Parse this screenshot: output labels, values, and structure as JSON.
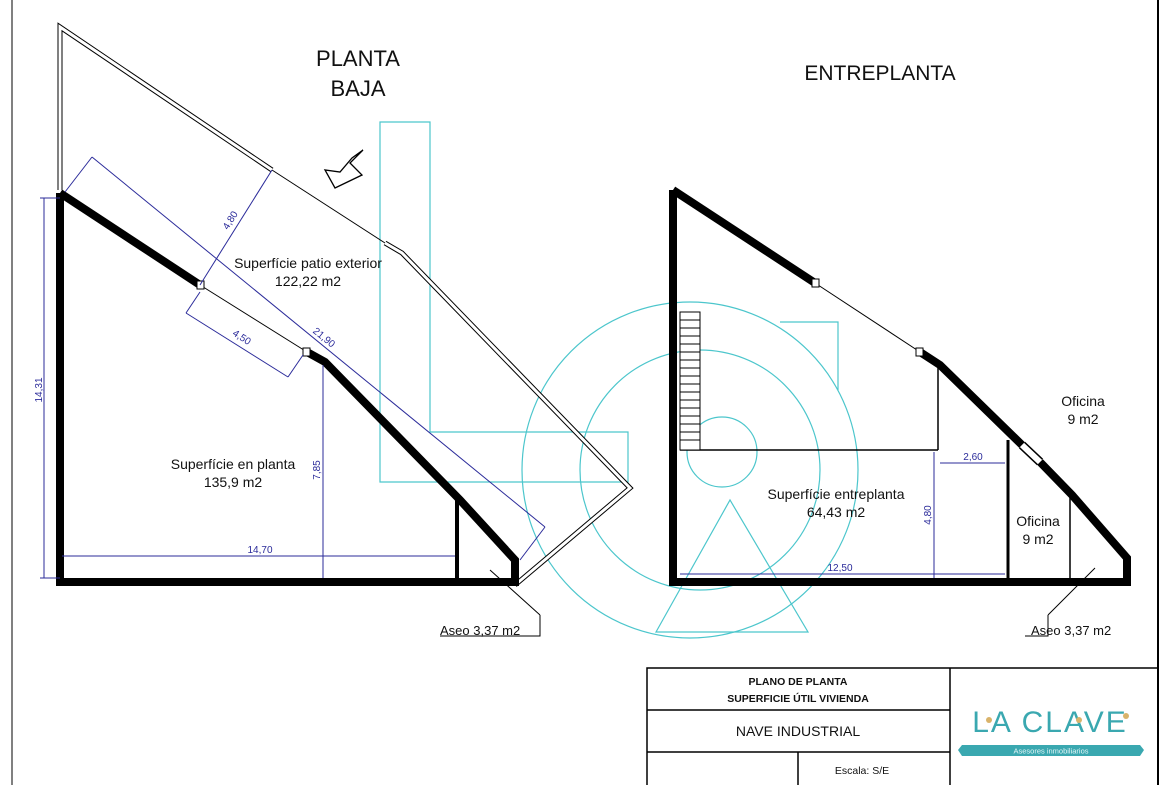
{
  "planta_baja": {
    "title_line1": "PLANTA",
    "title_line2": "BAJA",
    "patio_label": "Superfície patio exterior",
    "patio_area": "122,22 m2",
    "planta_label": "Superfície en planta",
    "planta_area": "135,9 m2",
    "aseo": "Aseo 3,37 m2",
    "dimensions": {
      "height": "14,31",
      "width": "14,70",
      "inner_height": "7,85",
      "diagonal": "21,90",
      "patio_depth": "4,80",
      "opening": "4,50"
    }
  },
  "entreplanta": {
    "title": "ENTREPLANTA",
    "main_label": "Superfície entreplanta",
    "main_area": "64,43 m2",
    "oficina1_label": "Oficina",
    "oficina1_area": "9 m2",
    "oficina2_label": "Oficina",
    "oficina2_area": "9 m2",
    "aseo": "Aseo 3,37 m2",
    "dimensions": {
      "width": "12,50",
      "height": "4,80",
      "small": "2,60"
    }
  },
  "title_block": {
    "line1": "PLANO DE PLANTA",
    "line2": "SUPERFICIE ÚTIL  VIVIENDA",
    "project": "NAVE INDUSTRIAL",
    "scale": "Escala: S/E"
  },
  "logo": {
    "name": "LA CLAVE",
    "tagline": "Asesores  inmobiliarios",
    "color": "#3aa8b0",
    "accent": "#d9b36a"
  }
}
